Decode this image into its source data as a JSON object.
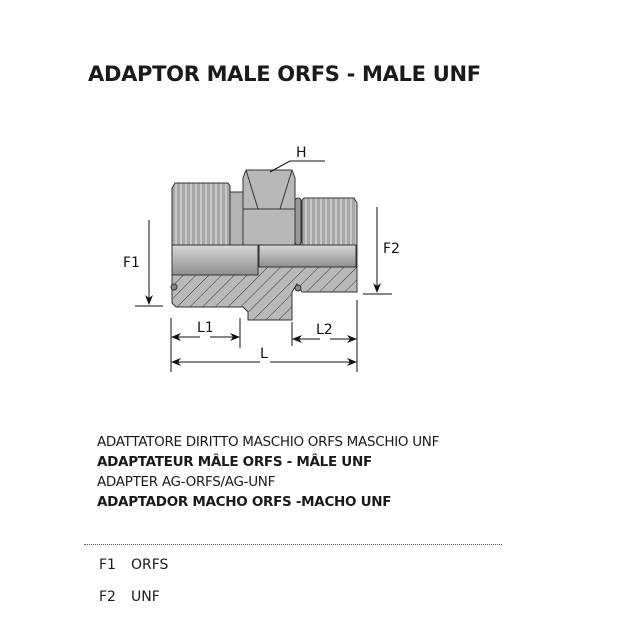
{
  "title": "ADAPTOR MALE ORFS - MALE UNF",
  "diagram": {
    "labels": {
      "h": "H",
      "f1": "F1",
      "f2": "F2",
      "l1": "L1",
      "l2": "L2",
      "l": "L"
    }
  },
  "descriptions": [
    "ADATTATORE DIRITTO MASCHIO ORFS MASCHIO UNF",
    "ADAPTATEUR MÂLE ORFS - MÂLE UNF",
    "ADAPTER AG-ORFS/AG-UNF",
    "ADAPTADOR MACHO ORFS -MACHO UNF"
  ],
  "specs": [
    {
      "code": "F1",
      "value": "ORFS"
    },
    {
      "code": "F2",
      "value": "UNF"
    }
  ]
}
